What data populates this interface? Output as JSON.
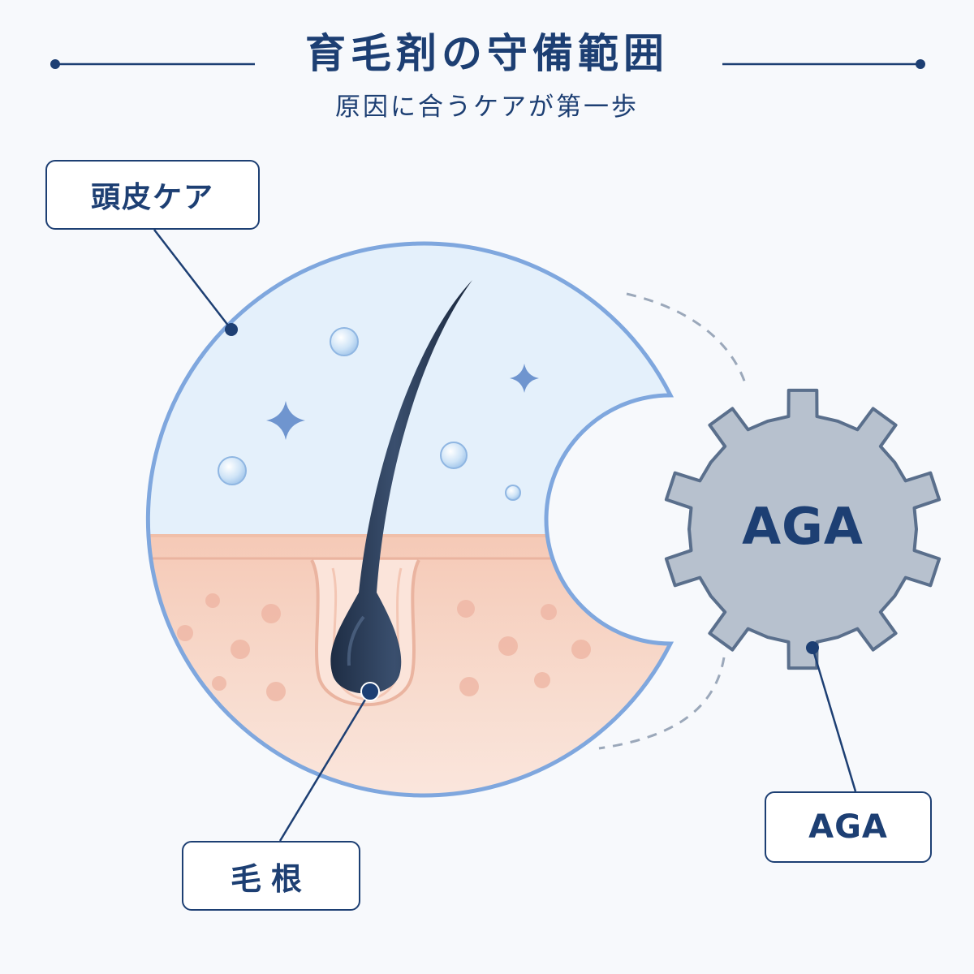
{
  "header": {
    "title": "育毛剤の守備範囲",
    "subtitle": "原因に合うケアが第一歩"
  },
  "labels": {
    "scalp_care": "頭皮ケア",
    "hair_root": "毛根",
    "aga": "AGA"
  },
  "gear": {
    "text": "AGA"
  },
  "colors": {
    "navy": "#1d3f73",
    "circle_border": "#7fa7de",
    "scalp_background": "#e4f0fb",
    "skin": "#f6d3c4",
    "skin_dots": "#eeb3a1",
    "hair": "#283a54",
    "gear_fill": "#b7c1ce",
    "gear_stroke": "#5a6f8c"
  },
  "icons": [
    "bubble-icon",
    "sparkle-icon",
    "gear-icon",
    "hair-strand-icon"
  ]
}
